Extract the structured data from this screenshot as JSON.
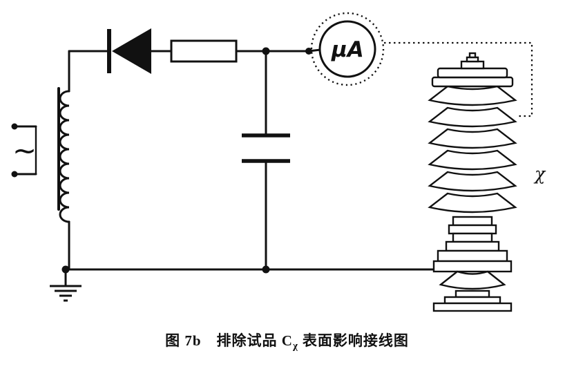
{
  "colors": {
    "background": "#ffffff",
    "ink": "#111111"
  },
  "caption": {
    "fig_label": "图 7b",
    "title_before_sub": "排除试品 C",
    "subscript": "χ",
    "title_after_sub": "表面影响接线图"
  },
  "labels": {
    "meter": "μA",
    "specimen": "χ",
    "ac_source": "~"
  }
}
